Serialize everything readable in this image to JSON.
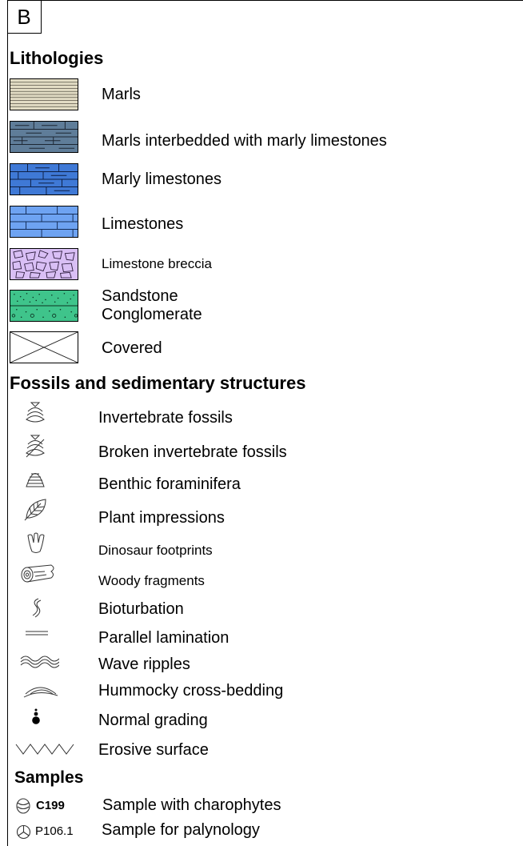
{
  "panel_label": "B",
  "lithologies": {
    "heading": "Lithologies",
    "items": [
      {
        "label": "Marls",
        "color": "#e2dcc4"
      },
      {
        "label": "Marls interbedded with marly limestones",
        "color": "#5f7d99"
      },
      {
        "label": "Marly limestones",
        "color": "#3f79d6"
      },
      {
        "label": "Limestones",
        "color": "#6ea3f2"
      },
      {
        "label": "Limestone breccia",
        "color": "#d9bff5"
      },
      {
        "label": "Sandstone",
        "label2": "Conglomerate",
        "color": "#3fc48b"
      },
      {
        "label": "Covered",
        "color": "#ffffff"
      }
    ]
  },
  "fossils": {
    "heading": "Fossils and sedimentary structures",
    "items": [
      {
        "label": "Invertebrate fossils",
        "icon": "shell-icon"
      },
      {
        "label": "Broken invertebrate fossils",
        "icon": "broken-shell-icon"
      },
      {
        "label": "Benthic foraminifera",
        "icon": "foraminifera-icon"
      },
      {
        "label": "Plant impressions",
        "icon": "leaf-icon"
      },
      {
        "label": "Dinosaur footprints",
        "icon": "footprint-icon"
      },
      {
        "label": "Woody fragments",
        "icon": "log-icon"
      },
      {
        "label": "Bioturbation",
        "icon": "burrow-icon"
      },
      {
        "label": "Parallel lamination",
        "icon": "parallel-lines-icon"
      },
      {
        "label": "Wave ripples",
        "icon": "wave-icon"
      },
      {
        "label": "Hummocky cross-bedding",
        "icon": "hummocky-icon"
      },
      {
        "label": "Normal grading",
        "icon": "grading-icon"
      },
      {
        "label": "Erosive surface",
        "icon": "zigzag-icon"
      }
    ]
  },
  "samples": {
    "heading": "Samples",
    "items": [
      {
        "code": "C199",
        "label": "Sample with charophytes",
        "icon": "charophyte-icon"
      },
      {
        "code": "P106.1",
        "label": "Sample for palynology",
        "icon": "pollen-icon"
      }
    ]
  }
}
